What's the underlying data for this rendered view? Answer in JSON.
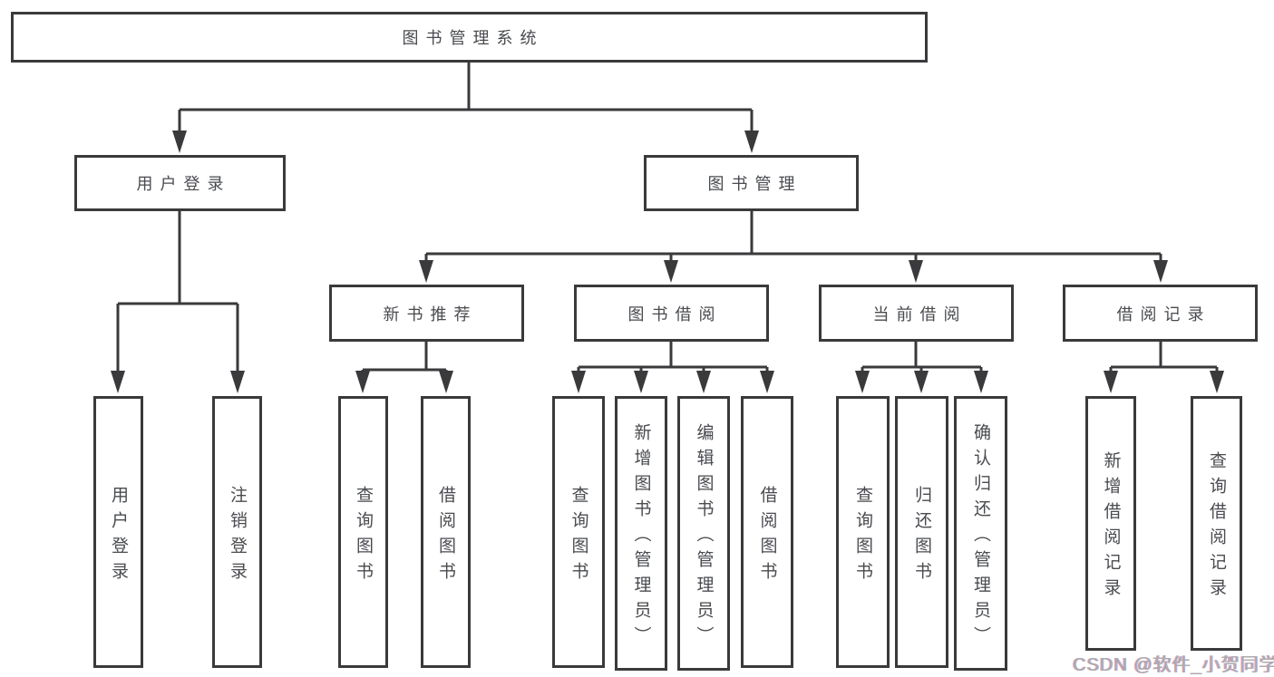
{
  "tree": {
    "label": "图书管理系统",
    "children": [
      {
        "label": "用户登录",
        "children": [
          {
            "label": "用户登录"
          },
          {
            "label": "注销登录"
          }
        ]
      },
      {
        "label": "图书管理",
        "children": [
          {
            "label": "新书推荐",
            "children": [
              {
                "label": "查询图书"
              },
              {
                "label": "借阅图书"
              }
            ]
          },
          {
            "label": "图书借阅",
            "children": [
              {
                "label": "查询图书"
              },
              {
                "label": "新增图书（管理员）"
              },
              {
                "label": "编辑图书（管理员）"
              },
              {
                "label": "借阅图书"
              }
            ]
          },
          {
            "label": "当前借阅",
            "children": [
              {
                "label": "查询图书"
              },
              {
                "label": "归还图书"
              },
              {
                "label": "确认归还（管理员）"
              }
            ]
          },
          {
            "label": "借阅记录",
            "children": [
              {
                "label": "新增借阅记录"
              },
              {
                "label": "查询借阅记录"
              }
            ]
          }
        ]
      }
    ]
  },
  "watermark": {
    "text": "CSDN @软件_小贺同学"
  },
  "colors": {
    "line": "#3a3a3c",
    "text": "#494b4f",
    "watermark": "#ababab",
    "background": "#ffffff"
  }
}
